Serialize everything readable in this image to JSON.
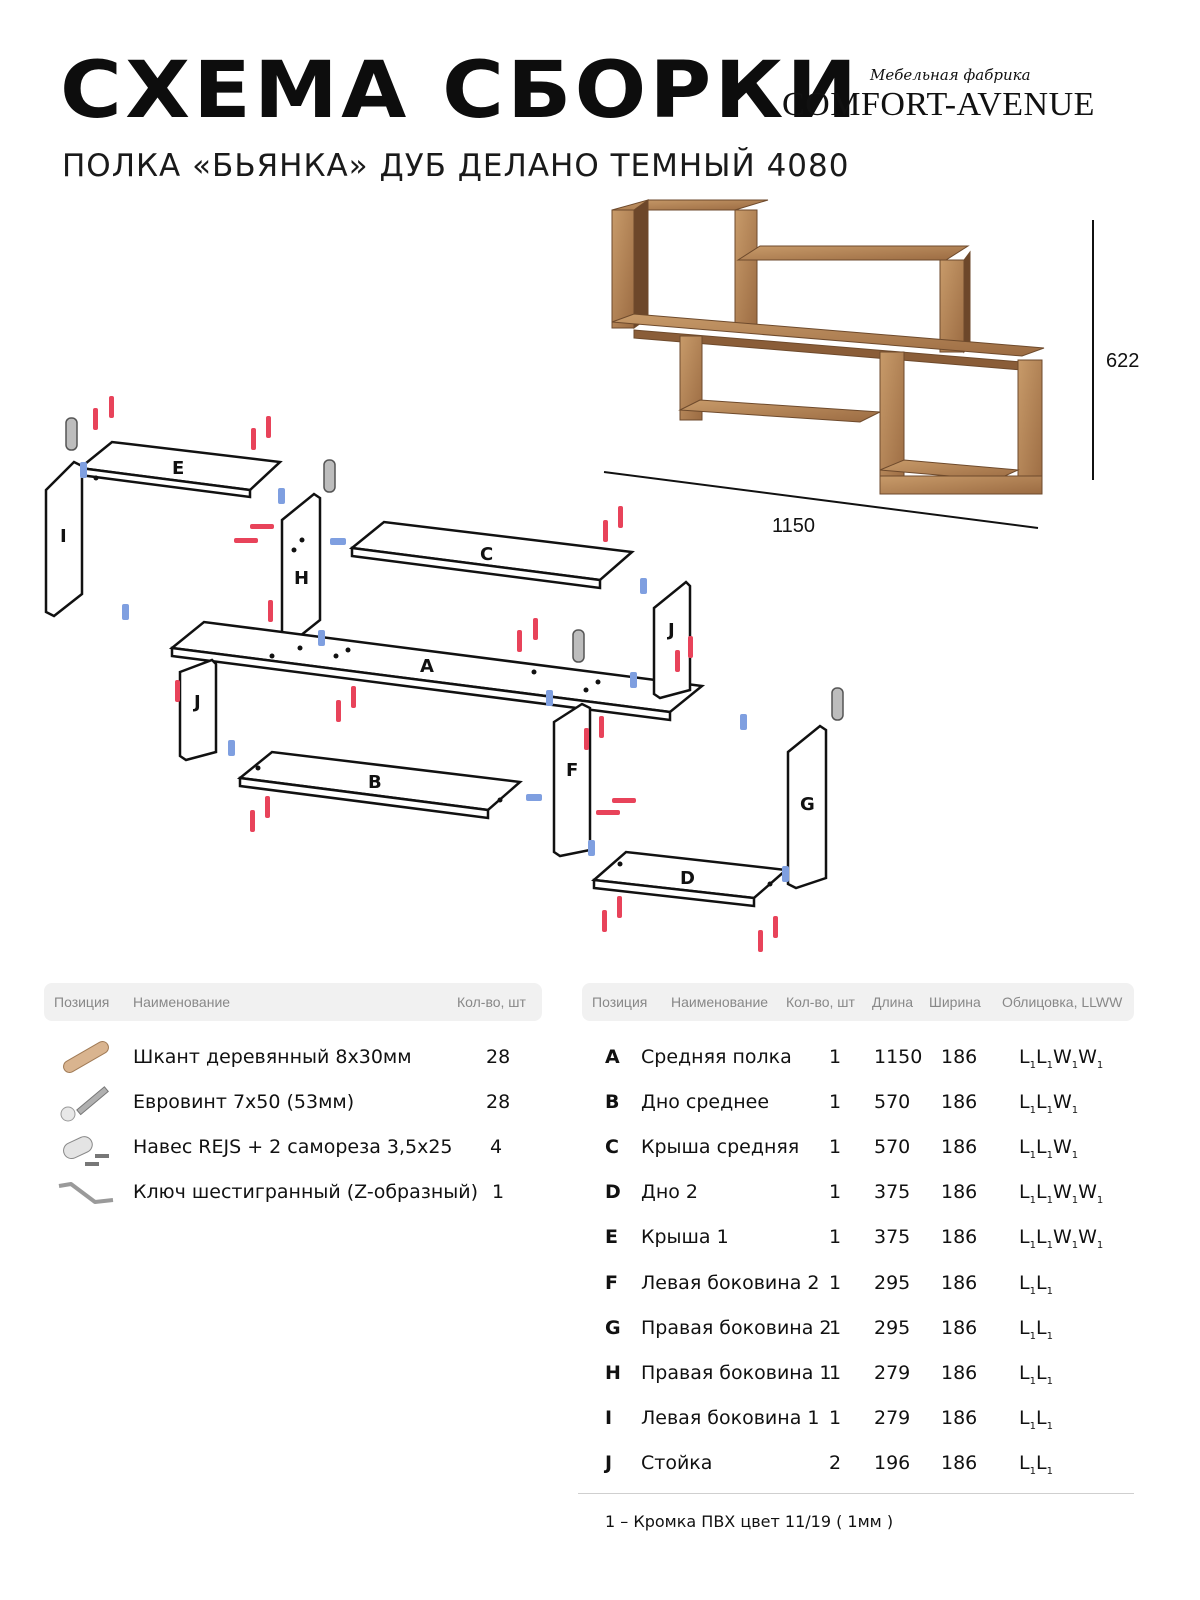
{
  "header": {
    "title": "СХЕМА СБОРКИ",
    "subtitle": "ПОЛКА «БЬЯНКА»  ДУБ ДЕЛАНО ТЕМНЫЙ 4080",
    "brand_small": "Мебельная фабрика",
    "brand_big": "COMFORT-AVENUE"
  },
  "dimensions": {
    "height": "622",
    "width": "1150"
  },
  "part_labels": [
    "E",
    "I",
    "H",
    "C",
    "A",
    "J",
    "J",
    "B",
    "F",
    "G",
    "D"
  ],
  "accessories": {
    "headers": {
      "position": "Позиция",
      "name": "Наименование",
      "qty": "Кол-во, шт"
    },
    "items": [
      {
        "icon": "dowel-icon",
        "name": "Шкант деревянный 8х30мм",
        "qty": "28"
      },
      {
        "icon": "screw-icon",
        "name": "Евровинт 7х50 (53мм)",
        "qty": "28"
      },
      {
        "icon": "hanger-icon",
        "name": "Навес REJS + 2 самореза 3,5х25",
        "qty": "4"
      },
      {
        "icon": "hex-key-icon",
        "name": "Ключ шестигранный (Z-образный)",
        "qty": "1"
      }
    ]
  },
  "parts": {
    "headers": {
      "position": "Позиция",
      "name": "Наименование",
      "qty": "Кол-во, шт",
      "length": "Длина",
      "width": "Ширина",
      "edging": "Облицовка, LLWW"
    },
    "rows": [
      {
        "pos": "A",
        "name": "Средняя полка",
        "qty": "1",
        "length": "1150",
        "width": "186",
        "edging": "L1L1W1W1"
      },
      {
        "pos": "B",
        "name": "Дно среднее",
        "qty": "1",
        "length": "570",
        "width": "186",
        "edging": "L1L1W1"
      },
      {
        "pos": "C",
        "name": "Крыша средняя",
        "qty": "1",
        "length": "570",
        "width": "186",
        "edging": "L1L1W1"
      },
      {
        "pos": "D",
        "name": "Дно 2",
        "qty": "1",
        "length": "375",
        "width": "186",
        "edging": "L1L1W1W1"
      },
      {
        "pos": "E",
        "name": "Крыша 1",
        "qty": "1",
        "length": "375",
        "width": "186",
        "edging": "L1L1W1W1"
      },
      {
        "pos": "F",
        "name": "Левая боковина 2",
        "qty": "1",
        "length": "295",
        "width": "186",
        "edging": "L1L1"
      },
      {
        "pos": "G",
        "name": "Правая боковина 2",
        "qty": "1",
        "length": "295",
        "width": "186",
        "edging": "L1L1"
      },
      {
        "pos": "H",
        "name": "Правая боковина 1",
        "qty": "1",
        "length": "279",
        "width": "186",
        "edging": "L1L1"
      },
      {
        "pos": "I",
        "name": "Левая боковина 1",
        "qty": "1",
        "length": "279",
        "width": "186",
        "edging": "L1L1"
      },
      {
        "pos": "J",
        "name": "Стойка",
        "qty": "2",
        "length": "196",
        "width": "186",
        "edging": "L1L1"
      }
    ]
  },
  "footnote": "1 – Кромка ПВХ цвет 11/19 ( 1мм )",
  "colors": {
    "wood_light": "#b88a5a",
    "wood_dark": "#7a5232",
    "dowel_red": "#e8435a",
    "screw_blue": "#7f9fe0"
  }
}
